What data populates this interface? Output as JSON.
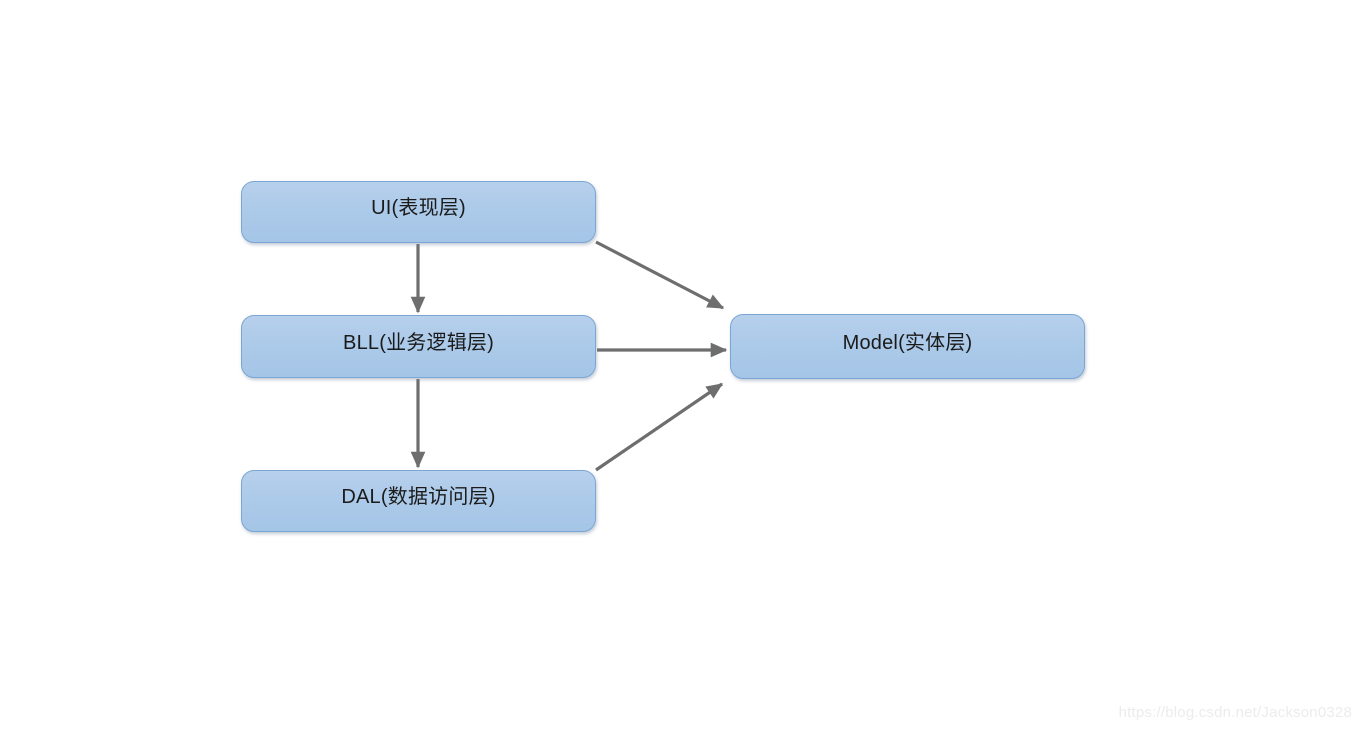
{
  "diagram": {
    "title": "three-tier-architecture",
    "background_color": "#ffffff",
    "node_fill_top": "#b7d0ec",
    "node_fill_bottom": "#a5c5e7",
    "node_border_color": "#7ba6d4",
    "connector_color": "#6e6e6e",
    "label_color": "#1b1b1b",
    "nodes": [
      {
        "id": "ui",
        "label": "UI(表现层)"
      },
      {
        "id": "bll",
        "label": "BLL(业务逻辑层)"
      },
      {
        "id": "dal",
        "label": "DAL(数据访问层)"
      },
      {
        "id": "model",
        "label": "Model(实体层)"
      }
    ],
    "connectors": [
      {
        "id": "ui-to-bll",
        "from": "ui",
        "to": "bll",
        "style": "arrow-down"
      },
      {
        "id": "bll-to-dal",
        "from": "bll",
        "to": "dal",
        "style": "arrow-down"
      },
      {
        "id": "ui-to-model",
        "from": "ui",
        "to": "model",
        "style": "arrow-diagonal-down-right"
      },
      {
        "id": "bll-to-model",
        "from": "bll",
        "to": "model",
        "style": "arrow-right"
      },
      {
        "id": "dal-to-model",
        "from": "dal",
        "to": "model",
        "style": "arrow-diagonal-up-right"
      }
    ]
  },
  "watermark": {
    "text": "https://blog.csdn.net/Jackson0328"
  }
}
